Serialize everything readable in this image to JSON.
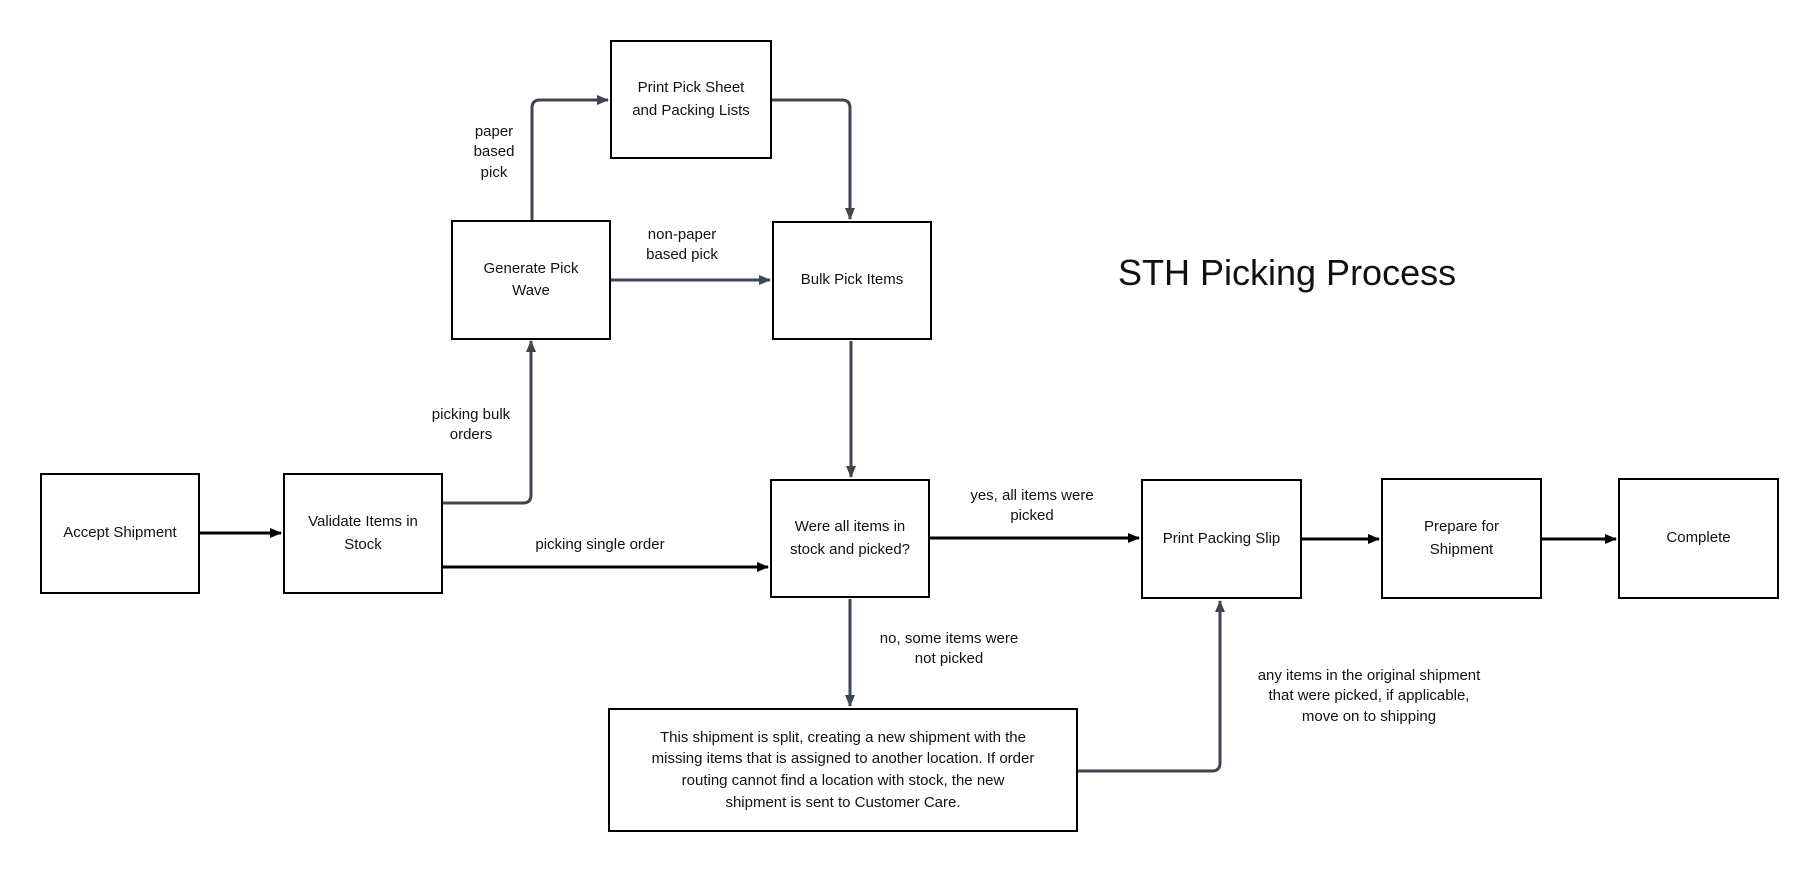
{
  "title": "STH Picking Process",
  "nodes": {
    "print_pick_sheet": "Print Pick Sheet\nand Packing Lists",
    "generate_pick_wave": "Generate Pick\nWave",
    "bulk_pick_items": "Bulk Pick Items",
    "accept_shipment": "Accept Shipment",
    "validate_items": "Validate Items in\nStock",
    "decision_all_picked": "Were all items in\nstock and picked?",
    "print_packing_slip": "Print Packing Slip",
    "prepare_for_shipment": "Prepare for\nShipment",
    "complete": "Complete",
    "split_shipment": "This shipment is split, creating a new shipment with the\nmissing items that is assigned to another location. If order\nrouting cannot find a location with stock, the new\nshipment is sent to Customer Care."
  },
  "edge_labels": {
    "paper_based_pick": "paper\nbased\npick",
    "non_paper_based_pick": "non-paper\nbased pick",
    "picking_bulk_orders": "picking bulk\norders",
    "picking_single_order": "picking single order",
    "yes_all_items_picked": "yes, all items were\npicked",
    "no_items_not_picked": "no, some items were\nnot picked",
    "any_items_picked": "any items in the original shipment\nthat were picked, if applicable,\nmove on to shipping"
  },
  "colors": {
    "connector_gray": "#3e4651",
    "connector_black": "#000000",
    "node_border": "#000000",
    "node_fill": "#ffffff",
    "background": "#ffffff",
    "text": "#111111"
  }
}
